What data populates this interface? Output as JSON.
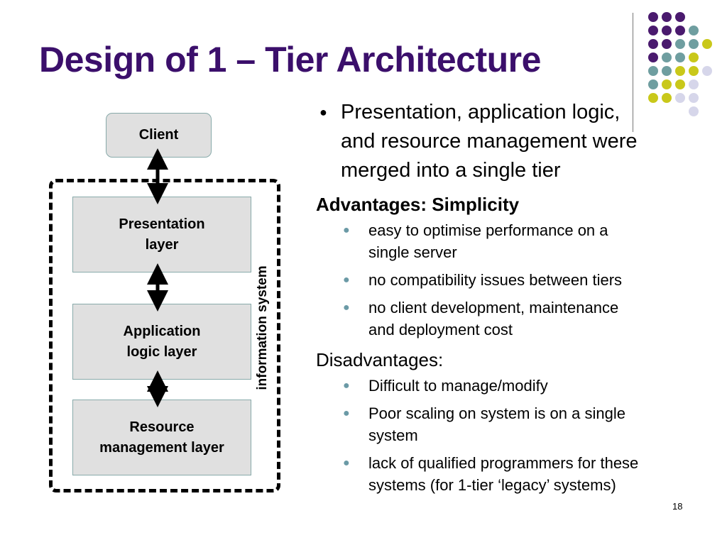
{
  "slide": {
    "title": "Design of 1 – Tier Architecture",
    "page_number": "18"
  },
  "diagram": {
    "client": "Client",
    "presentation": [
      "Presentation",
      "layer"
    ],
    "application": [
      "Application",
      "logic layer"
    ],
    "resource": [
      "Resource",
      "management layer"
    ],
    "boundary_label": "information system"
  },
  "content": {
    "main_bullet": [
      "Presentation, application logic,",
      "and resource management were",
      "merged into a single tier"
    ],
    "advantages_heading": "Advantages: Simplicity",
    "advantages": [
      [
        "easy to optimise performance on a",
        "single server"
      ],
      [
        "no compatibility issues between tiers"
      ],
      [
        "no client development, maintenance",
        "and deployment cost"
      ]
    ],
    "disadvantages_heading": "Disadvantages:",
    "disadvantages": [
      [
        "Difficult to manage/modify"
      ],
      [
        "Poor scaling on system is on a single",
        "system"
      ],
      [
        "lack of qualified programmers for these",
        "systems (for 1-tier ‘legacy’ systems)"
      ]
    ]
  },
  "colors": {
    "title": "#3b0f6b",
    "dot_purple": "#4a1a6e",
    "dot_teal": "#6f9ea0",
    "dot_lime": "#c9c81a",
    "dot_lavender": "#d6d6ea"
  }
}
